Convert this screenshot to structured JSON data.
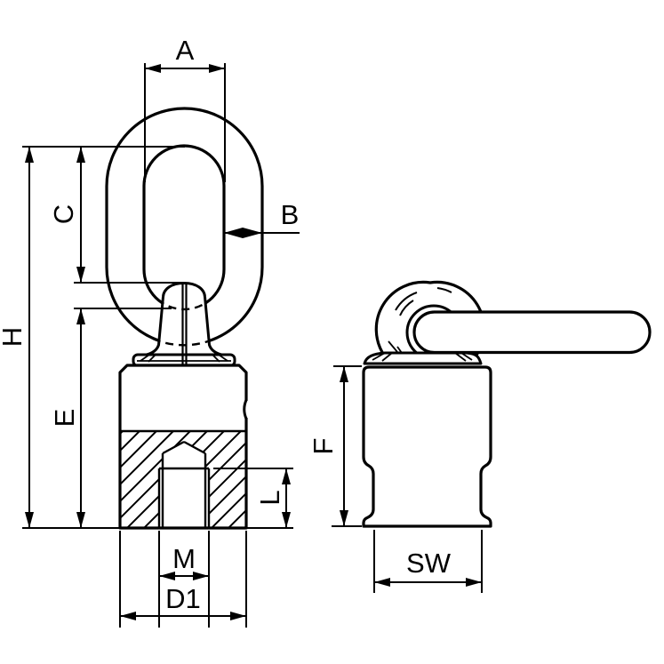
{
  "drawing": {
    "background_color": "#ffffff",
    "line_color": "#000000",
    "front_view": {
      "name": "front-view",
      "dimension_labels": [
        "A",
        "B",
        "C",
        "E",
        "H",
        "L",
        "M",
        "D1"
      ]
    },
    "side_view": {
      "name": "side-view",
      "dimension_labels": [
        "F",
        "SW"
      ]
    },
    "labels": {
      "a": "A",
      "b": "B",
      "c": "C",
      "e": "E",
      "f": "F",
      "h": "H",
      "l": "L",
      "m": "M",
      "d1": "D1",
      "sw": "SW"
    }
  }
}
